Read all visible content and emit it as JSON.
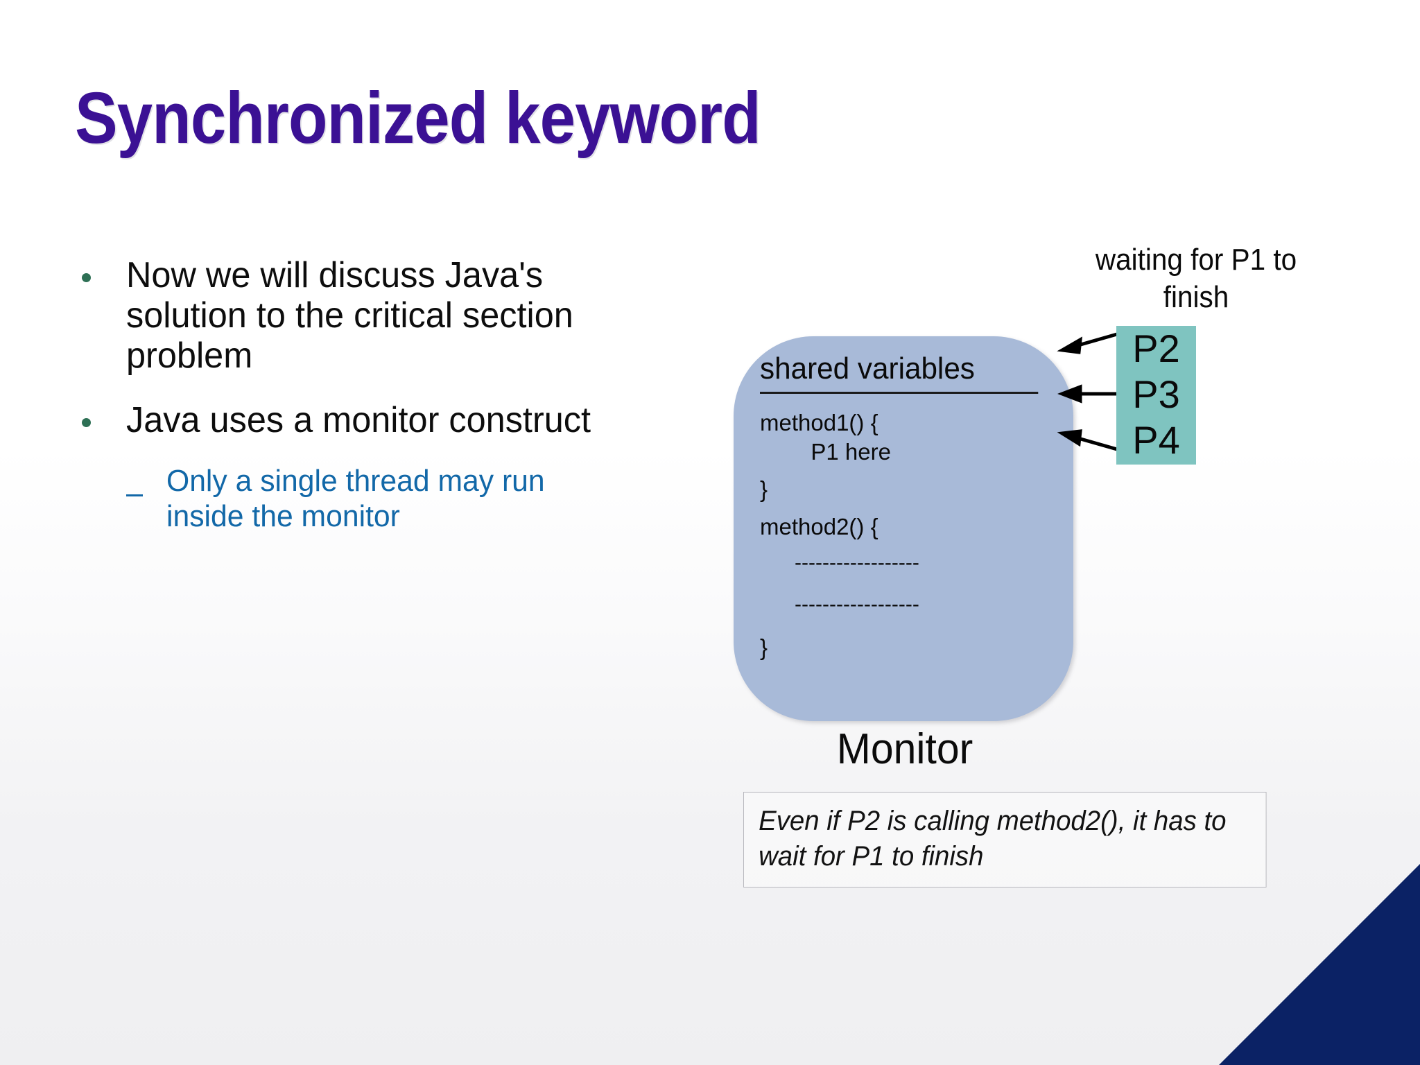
{
  "slide": {
    "title": "Synchronized keyword",
    "title_color": "#3b1194",
    "background_gradient_from": "#ffffff",
    "background_gradient_to": "#efeff1",
    "corner_accent_color": "#0b2265"
  },
  "bullets": [
    {
      "marker": "dot",
      "marker_color": "#2e7055",
      "text": "Now we will discuss Java's solution to the critical section problem",
      "text_color": "#0d0d0d"
    },
    {
      "marker": "dot",
      "marker_color": "#2e7055",
      "text": "Java uses a monitor construct",
      "text_color": "#0d0d0d",
      "sub_bullets": [
        {
          "marker": "dash",
          "text": "Only a single thread may run inside the monitor",
          "text_color": "#1268a8"
        }
      ]
    }
  ],
  "diagram": {
    "monitor": {
      "fill_color": "#a8bad8",
      "header": "shared variables",
      "caption": "Monitor",
      "code_lines": [
        "method1() {",
        "        P1 here",
        "}",
        "method2() {",
        "      ------------------",
        "      ------------------",
        "}"
      ]
    },
    "waiting_label": "waiting for P1 to finish",
    "queue": {
      "fill_color": "#7fc4c0",
      "processes": [
        "P2",
        "P3",
        "P4"
      ]
    },
    "arrow_count": 3,
    "arrow_color": "#000000"
  },
  "note": {
    "text": "Even if P2 is calling method2(), it has to wait for P1 to finish",
    "border_color": "#b6b6bc"
  }
}
